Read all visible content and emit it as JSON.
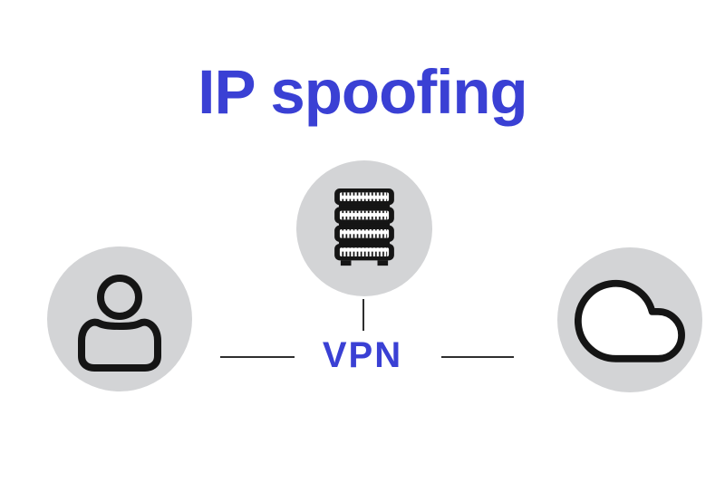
{
  "title": "IP spoofing",
  "diagram": {
    "vpn_label": "VPN",
    "nodes": [
      {
        "id": "client",
        "icon": "person-icon"
      },
      {
        "id": "vpn-server",
        "icon": "server-stack-icon"
      },
      {
        "id": "internet",
        "icon": "cloud-icon"
      }
    ]
  },
  "colors": {
    "accent_blue": "#3a40d4",
    "circle_gray": "#d3d4d6",
    "icon_ink": "#151515",
    "connector_line": "#2e2e2e",
    "background": "#ffffff"
  }
}
